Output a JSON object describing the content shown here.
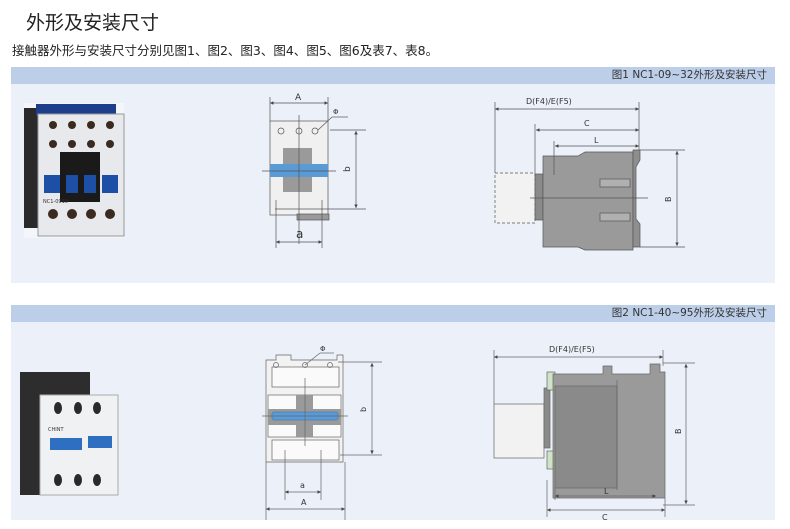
{
  "page": {
    "title": "外形及安装尺寸",
    "intro": "接触器外形与安装尺寸分别见图1、图2、图3、图4、图5、图6及表7、表8。"
  },
  "figures": [
    {
      "caption": "图1 NC1-09~32外形及安装尺寸",
      "front_labels": {
        "A": "A",
        "a": "a",
        "b": "b",
        "phi": "Φ"
      },
      "side_labels": {
        "D": "D(F4)/E(F5)",
        "C": "C",
        "L": "L",
        "B": "B"
      },
      "photo_text": "NC1-0910"
    },
    {
      "caption": "图2 NC1-40~95外形及安装尺寸",
      "front_labels": {
        "A": "A",
        "a": "a",
        "b": "b",
        "phi": "Φ"
      },
      "side_labels": {
        "D": "D(F4)/E(F5)",
        "C": "C",
        "L": "L",
        "B": "B"
      },
      "photo_text": "CHINT"
    }
  ],
  "colors": {
    "header_bar": "#bccee8",
    "panel_bg": "#ebf0f9",
    "accent_blue": "#5b9bd5",
    "body_gray": "#9a9a9a"
  }
}
